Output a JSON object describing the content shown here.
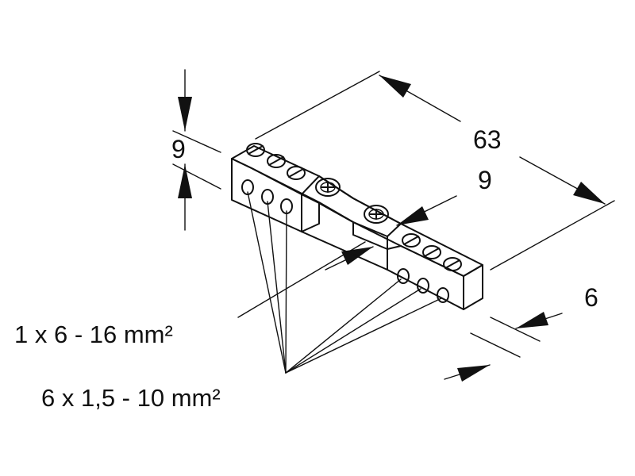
{
  "dimensions": {
    "length": "63",
    "height": "9",
    "width": "9",
    "depth": "6"
  },
  "specs": {
    "main_clamp": "1 x 6 - 16 mm²",
    "terminals": "6 x 1,5 - 10 mm²"
  }
}
